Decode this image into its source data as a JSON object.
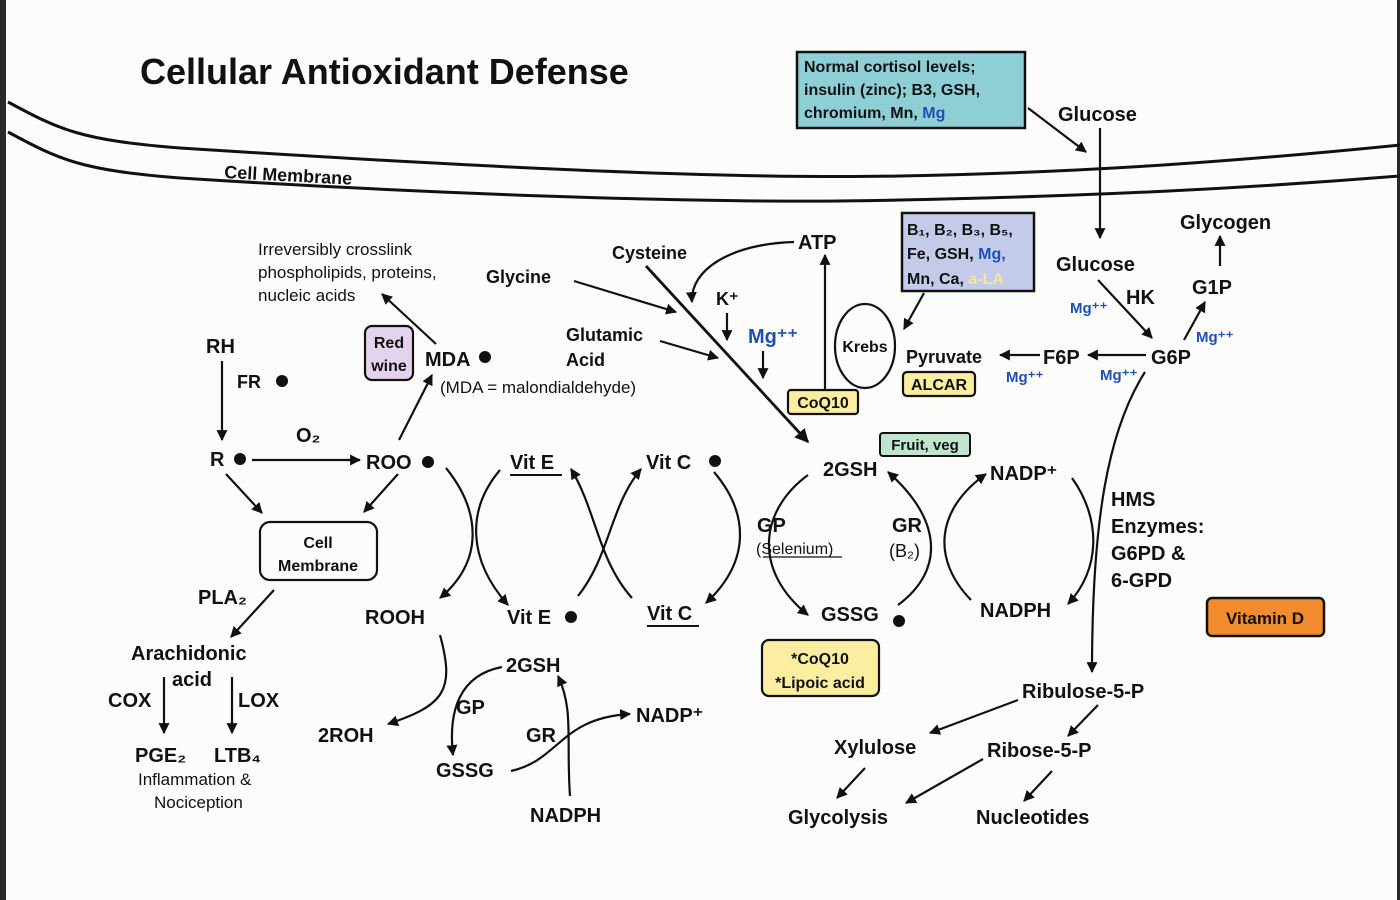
{
  "title": "Cellular Antioxidant Defense",
  "colors": {
    "magnesium_blue": "#1f4fb5",
    "cortisol_box": "#8ecfd6",
    "b_vitamin_box": "#c3cbe8",
    "supplement_yellow": "#fbeea0",
    "red_wine_box": "#e3d3ec",
    "fruit_veg_box": "#bfe6cd",
    "vitamin_d_box": "#f28a2e",
    "alpha_la": "#f6e59a"
  },
  "membrane": {
    "label": "Cell Membrane"
  },
  "cortisol_box": {
    "line1": "Normal cortisol levels;",
    "line2": "insulin (zinc); B3, GSH,",
    "line3_prefix": "chromium, Mn,",
    "line3_mg": "Mg"
  },
  "b_vitamin_box": {
    "line1": "B₁, B₂, B₃, B₅,",
    "line2_prefix": "Fe, GSH,",
    "line2_mg": "Mg,",
    "line3_prefix": "Mn, Ca,",
    "line3_ala": "a-LA"
  },
  "glycolysis": {
    "glucose_outside": "Glucose",
    "glucose_inside": "Glucose",
    "glycogen": "Glycogen",
    "hk": "HK",
    "g1p": "G1P",
    "g6p": "G6P",
    "f6p": "F6P",
    "pyruvate": "Pyruvate",
    "krebs": "Krebs",
    "atp": "ATP",
    "mg_hk": "Mg⁺⁺",
    "mg_g1p": "Mg⁺⁺",
    "mg_f6p": "Mg⁺⁺",
    "mg_pyruvate": "Mg⁺⁺"
  },
  "supplements": {
    "alcar": "ALCAR",
    "coq10": "CoQ10",
    "red_wine_1": "Red",
    "red_wine_2": "wine",
    "fruit_veg": "Fruit, veg",
    "coq10_lipoic_1": "*CoQ10",
    "coq10_lipoic_2": "*Lipoic acid",
    "vitamin_d": "Vitamin D"
  },
  "gsh_synthesis": {
    "cysteine": "Cysteine",
    "glycine": "Glycine",
    "glutamic_1": "Glutamic",
    "glutamic_2": "Acid",
    "k_plus": "K⁺",
    "mg": "Mg⁺⁺"
  },
  "lipid_peroxidation": {
    "crosslink_1": "Irreversibly crosslink",
    "crosslink_2": "phospholipids, proteins,",
    "crosslink_3": "nucleic acids",
    "mda": "MDA",
    "mda_note": "(MDA = malondialdehyde)",
    "rh": "RH",
    "fr": "FR",
    "r": "R",
    "o2": "O₂",
    "roo": "ROO",
    "cell_membrane_1": "Cell",
    "cell_membrane_2": "Membrane",
    "pla2": "PLA₂",
    "arachidonic_1": "Arachidonic",
    "arachidonic_2": "acid",
    "cox": "COX",
    "lox": "LOX",
    "pge2": "PGE₂",
    "ltb4": "LTB₄",
    "inflammation_1": "Inflammation &",
    "inflammation_2": "Nociception"
  },
  "redox_cycle": {
    "vit_e_reduced": "Vit E",
    "vit_e_radical": "Vit E",
    "vit_c_radical": "Vit C",
    "vit_c_reduced": "Vit C",
    "rooh": "ROOH",
    "gsh2": "2GSH",
    "gp": "GP",
    "selenium": "(Selenium)",
    "gr": "GR",
    "b2": "(B₂)",
    "gssg": "GSSG",
    "nadp_plus": "NADP⁺",
    "nadph": "NADPH"
  },
  "lower_cycle": {
    "gsh2": "2GSH",
    "gp": "GP",
    "gr": "GR",
    "gssg": "GSSG",
    "roh2": "2ROH",
    "nadp_plus": "NADP⁺",
    "nadph": "NADPH"
  },
  "hms": {
    "line1": "HMS",
    "line2": "Enzymes:",
    "line3": "G6PD &",
    "line4": "6-GPD",
    "ribulose": "Ribulose-5-P",
    "xylulose": "Xylulose",
    "ribose": "Ribose-5-P",
    "glycolysis": "Glycolysis",
    "nucleotides": "Nucleotides"
  }
}
